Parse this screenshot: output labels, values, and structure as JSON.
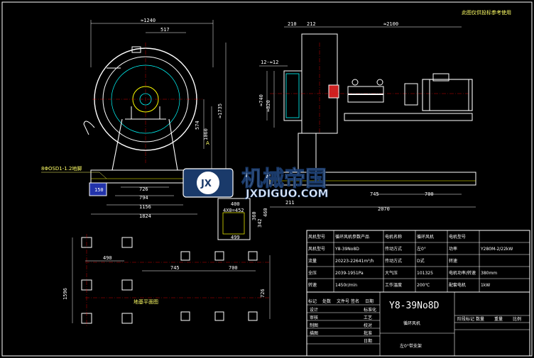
{
  "note_top_right": "此图仅供投标参考使用",
  "dims": {
    "top_left_width": "≈1240",
    "top_left_517": "517",
    "top_mid_210": "210",
    "top_mid_212": "212",
    "top_right_2100": "≈2100",
    "slot_label": "12-≈12",
    "side_574": "574",
    "side_1735": "≈1735",
    "side_1060": "1060",
    "side_740": "≈740",
    "side_820": "≈820",
    "marker_A": "A",
    "bolt_label": "8ΦOSD1-1.2地脚",
    "left_150": "150",
    "bot_726": "726",
    "bot_794": "794",
    "bot_1156": "1156",
    "bot_1824": "1824",
    "mid_400": "400",
    "mid_4x452": "4X0=452",
    "mid_499": "499",
    "mid_360": "360",
    "mid_342": "342",
    "mid_460": "460",
    "right_745": "745",
    "right_700": "700",
    "right_2070": "2070",
    "right_211": "211",
    "plan_490": "490",
    "plan_745": "745",
    "plan_700": "700",
    "plan_1596": "1596",
    "plan_726": "726",
    "plan_title": "地基平面图"
  },
  "watermark": {
    "cn": "机械帝国",
    "en": "JXDIGUO.COM",
    "logo": "JX"
  },
  "table": {
    "rows": [
      [
        "风机型号",
        "循环风机参数产品",
        "电机名称",
        "循环风机",
        "电机型号",
        ""
      ],
      [
        "风机型号",
        "Y8-39No8D",
        "传动方式",
        "左0°",
        "功率",
        "Y280M-2/22kW"
      ],
      [
        "流量",
        "20223-22641m³/h",
        "传动方式",
        "D式",
        "转速",
        ""
      ],
      [
        "全压",
        "2039-1951Pa",
        "大气压",
        "101325",
        "电机功率/转速",
        "380mm"
      ],
      [
        "转速",
        "1450r/min",
        "工作温度",
        "200℃",
        "配套电机",
        "1kW"
      ]
    ],
    "model": "Y8-39No8D",
    "product": "循环风机",
    "direction": "左0°带支架",
    "rev_cells": [
      "标记",
      "处数",
      "文件号",
      "签名",
      "日期"
    ],
    "sign_rows": [
      [
        "设计",
        "",
        "标准化"
      ],
      [
        "审核",
        "",
        "工艺"
      ],
      [
        "制图",
        "",
        "校对"
      ],
      [
        "描图",
        "",
        "批准"
      ],
      [
        "",
        "",
        "日期"
      ]
    ],
    "right_header": [
      "阶段标记",
      "数量",
      "重量",
      "比例"
    ]
  }
}
